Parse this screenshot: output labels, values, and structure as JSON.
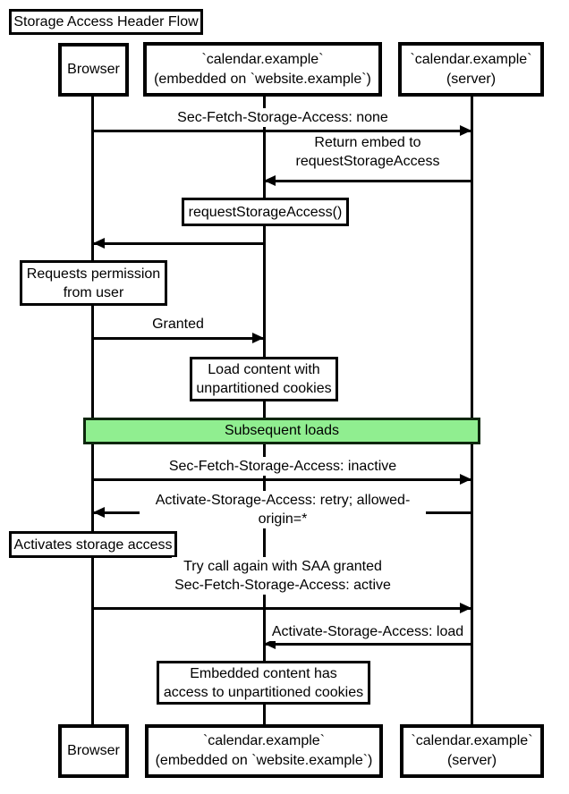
{
  "title": "Storage Access Header Flow",
  "colors": {
    "line": "#000000",
    "box_fill": "#ffffff",
    "band_fill": "#90ee90",
    "band_border": "#0d260d",
    "text": "#000000",
    "background": "#ffffff"
  },
  "actors": [
    {
      "id": "browser",
      "label": "Browser"
    },
    {
      "id": "calendar-embedded",
      "label": "`calendar.example`\n(embedded on `website.example`)"
    },
    {
      "id": "calendar-server",
      "label": "`calendar.example`\n(server)"
    }
  ],
  "messages": [
    {
      "from": "browser",
      "to": "calendar-server",
      "direction": "right",
      "label": "Sec-Fetch-Storage-Access: none"
    },
    {
      "from": "calendar-server",
      "to": "calendar-embedded",
      "direction": "left",
      "label": "Return embed to\nrequestStorageAccess"
    },
    {
      "from": "calendar-embedded",
      "to": "browser",
      "direction": "left",
      "style": "boxed",
      "label": "requestStorageAccess()"
    },
    {
      "from": "browser",
      "to": "calendar-embedded",
      "direction": "right",
      "label": "Granted"
    },
    {
      "from": "browser",
      "to": "calendar-server",
      "direction": "right",
      "label": "Sec-Fetch-Storage-Access: inactive"
    },
    {
      "from": "calendar-server",
      "to": "browser",
      "direction": "left",
      "label": "Activate-Storage-Access: retry; allowed-origin=*"
    },
    {
      "from": "browser",
      "to": "calendar-server",
      "direction": "right",
      "label": "Try call again with SAA granted\nSec-Fetch-Storage-Access: active"
    },
    {
      "from": "calendar-server",
      "to": "calendar-embedded",
      "direction": "left",
      "label": "Activate-Storage-Access: load"
    }
  ],
  "notes": [
    {
      "over": "browser",
      "label": "Requests permission\nfrom user"
    },
    {
      "over": "calendar-embedded",
      "label": "Load content with\nunpartitioned cookies"
    },
    {
      "over": "browser",
      "label": "Activates storage access"
    },
    {
      "over": "calendar-embedded",
      "label": "Embedded content has\naccess to unpartitioned cookies"
    }
  ],
  "band": {
    "label": "Subsequent loads"
  }
}
